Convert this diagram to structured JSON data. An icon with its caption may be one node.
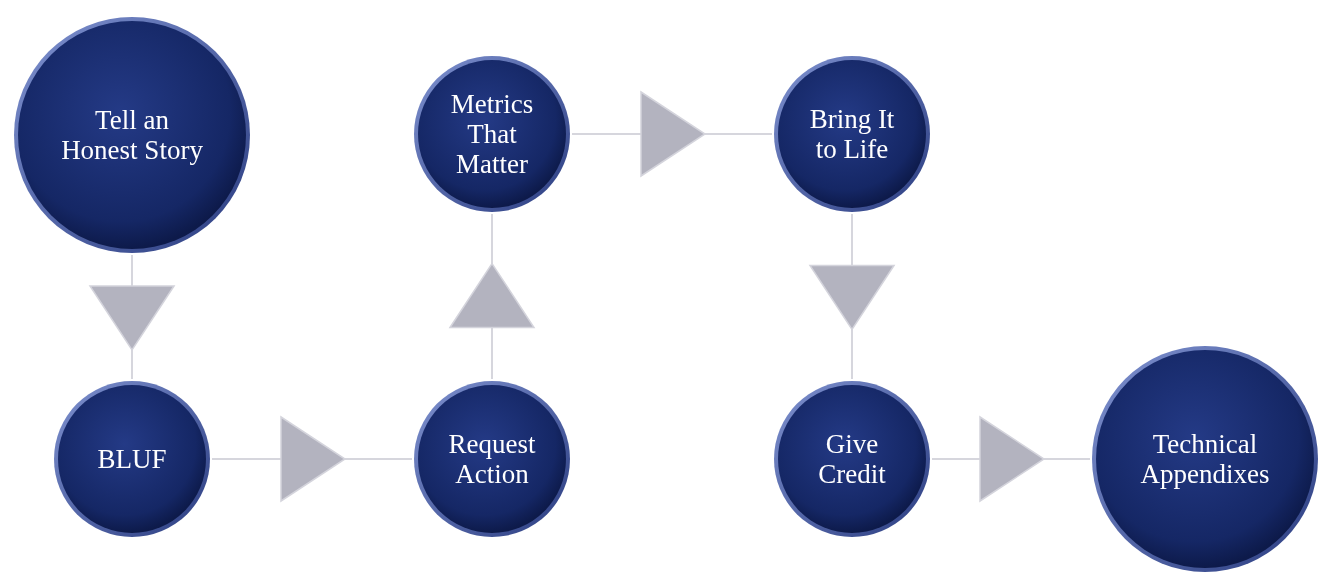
{
  "diagram": {
    "nodes": [
      {
        "text": [
          "Tell an Honest Story"
        ]
      },
      {
        "text": [
          "BLUF"
        ]
      },
      {
        "text": [
          "Request Action"
        ]
      },
      {
        "text": [
          "Metrics That Matter"
        ]
      },
      {
        "text": [
          "Bring It to Life"
        ]
      },
      {
        "text": [
          "Give Credit"
        ]
      },
      {
        "text": [
          "Technical Appendixes"
        ]
      }
    ],
    "edges": [
      {
        "from": 0,
        "to": 1,
        "arrow": "to"
      },
      {
        "from": 1,
        "to": 2,
        "arrow": "to"
      },
      {
        "from": 2,
        "to": 3,
        "arrow": "to"
      },
      {
        "from": 3,
        "to": 4,
        "arrow": "to"
      },
      {
        "from": 4,
        "to": 5,
        "arrow": "to"
      },
      {
        "from": 5,
        "to": 6,
        "arrow": "to"
      }
    ]
  }
}
